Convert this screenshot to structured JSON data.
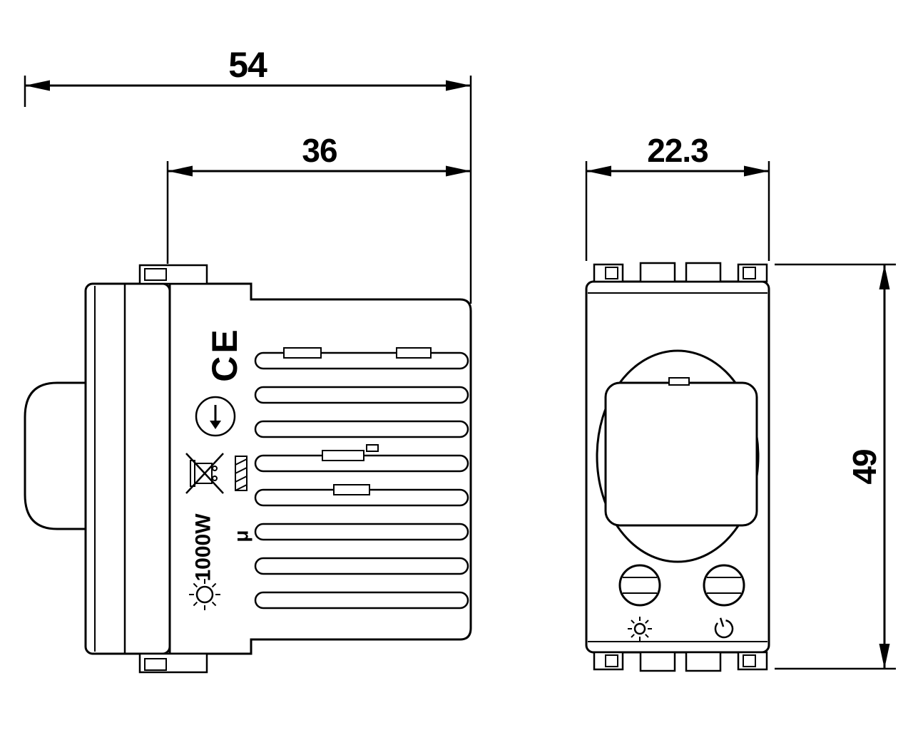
{
  "drawing": {
    "background": "#ffffff",
    "line_color": "#000000",
    "dimensions": {
      "overall_depth": "54",
      "body_depth": "36",
      "width": "22.3",
      "height": "49"
    },
    "side_view": {
      "ce_mark": "CE",
      "power_rating": "1000W",
      "micro_gap": "μ"
    },
    "icons": {
      "approval": "approval-mark-icon",
      "weee": "weee-crossed-bin-icon",
      "lamp": "lamp-load-icon",
      "brightness": "brightness-icon",
      "timer": "timer-icon"
    }
  }
}
